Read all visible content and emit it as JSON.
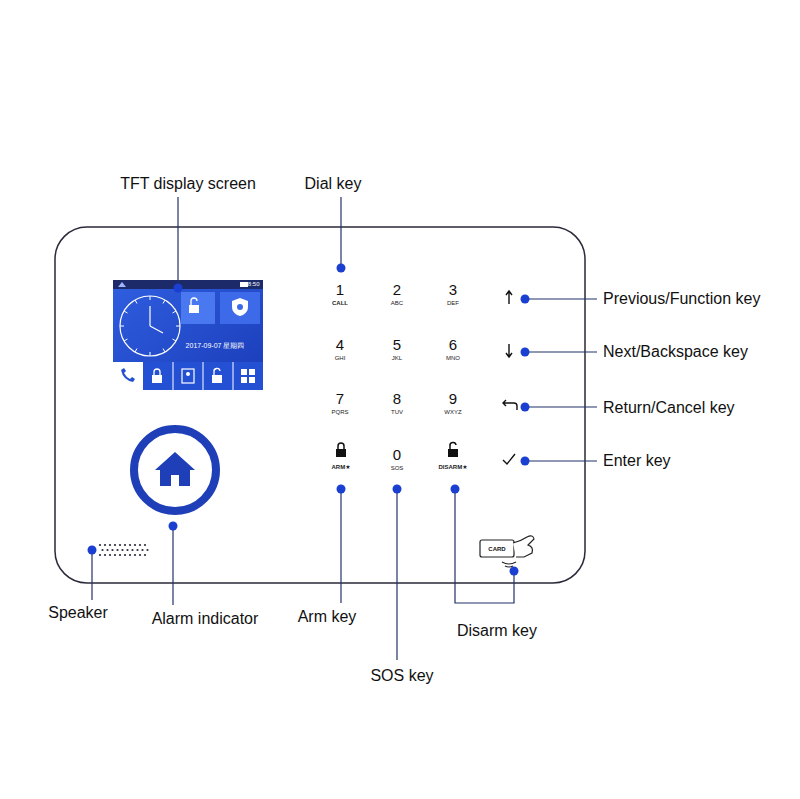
{
  "diagram": {
    "labels": [
      "TFT display screen",
      "Dial key",
      "Previous/Function key",
      "Next/Backspace key",
      "Return/Cancel key",
      "Enter key",
      "Speaker",
      "Alarm indicator",
      "Arm key",
      "SOS key",
      "Disarm key",
      "1",
      "CALL",
      "2",
      "ABC",
      "3",
      "DEF",
      "4",
      "GHI",
      "5",
      "JKL",
      "6",
      "MNO",
      "7",
      "PQRS",
      "8",
      "TUV",
      "9",
      "WXYZ",
      "ARM★",
      "0",
      "SOS",
      "DISARM★",
      "2017-09-07 星期四",
      "18:50",
      "CARD"
    ]
  }
}
